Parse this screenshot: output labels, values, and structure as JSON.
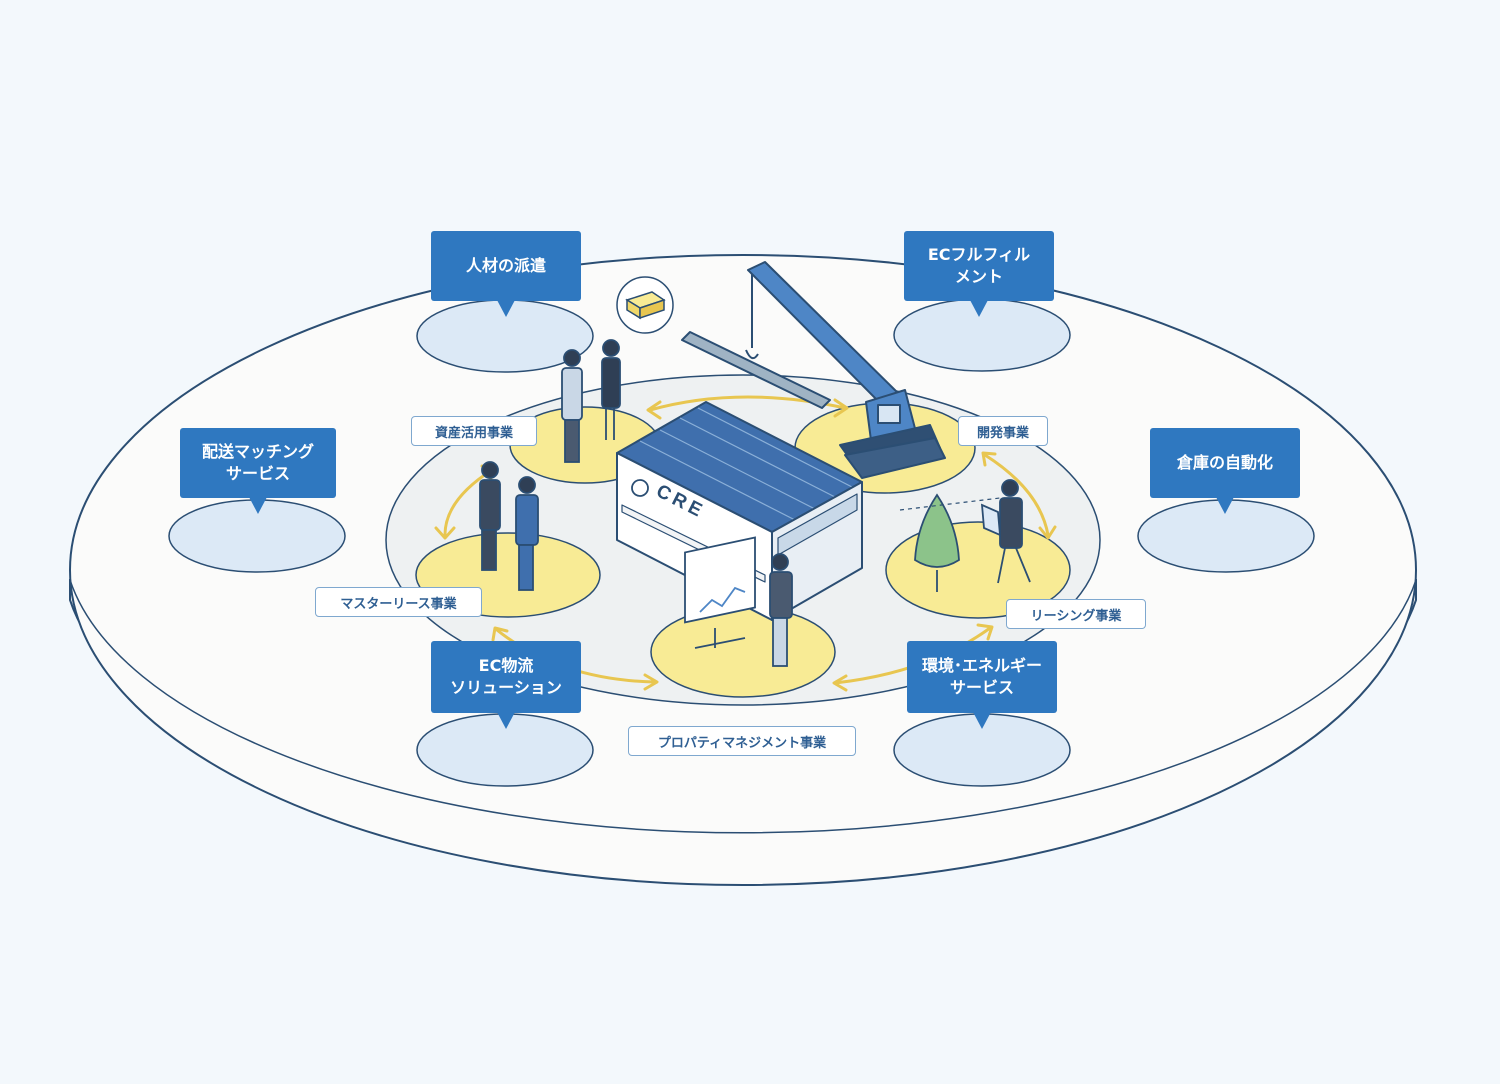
{
  "outer_services": [
    {
      "id": "staffing",
      "label": "人材の派遣"
    },
    {
      "id": "ec-fulfillment",
      "label": "ECフルフィル\nメント"
    },
    {
      "id": "delivery-matching",
      "label": "配送マッチング\nサービス"
    },
    {
      "id": "warehouse-automation",
      "label": "倉庫の自動化"
    },
    {
      "id": "ec-logistics",
      "label": "EC物流\nソリューション"
    },
    {
      "id": "environment-energy",
      "label": "環境･エネルギー\nサービス"
    }
  ],
  "core_businesses": [
    {
      "id": "asset-utilization",
      "label": "資産活用事業"
    },
    {
      "id": "development",
      "label": "開発事業"
    },
    {
      "id": "master-lease",
      "label": "マスターリース事業"
    },
    {
      "id": "leasing",
      "label": "リーシング事業"
    },
    {
      "id": "property-management",
      "label": "プロパティマネジメント事業"
    }
  ],
  "center": {
    "logo_text": "CRE"
  },
  "colors": {
    "background": "#f3f8fc",
    "platform_stroke": "#2b4e73",
    "callout": "#2f78c0",
    "oval_fill": "#dce9f6",
    "yellow_zone": "#f8eb95",
    "arrow": "#e8c650",
    "building_roof": "#3f6fad"
  }
}
